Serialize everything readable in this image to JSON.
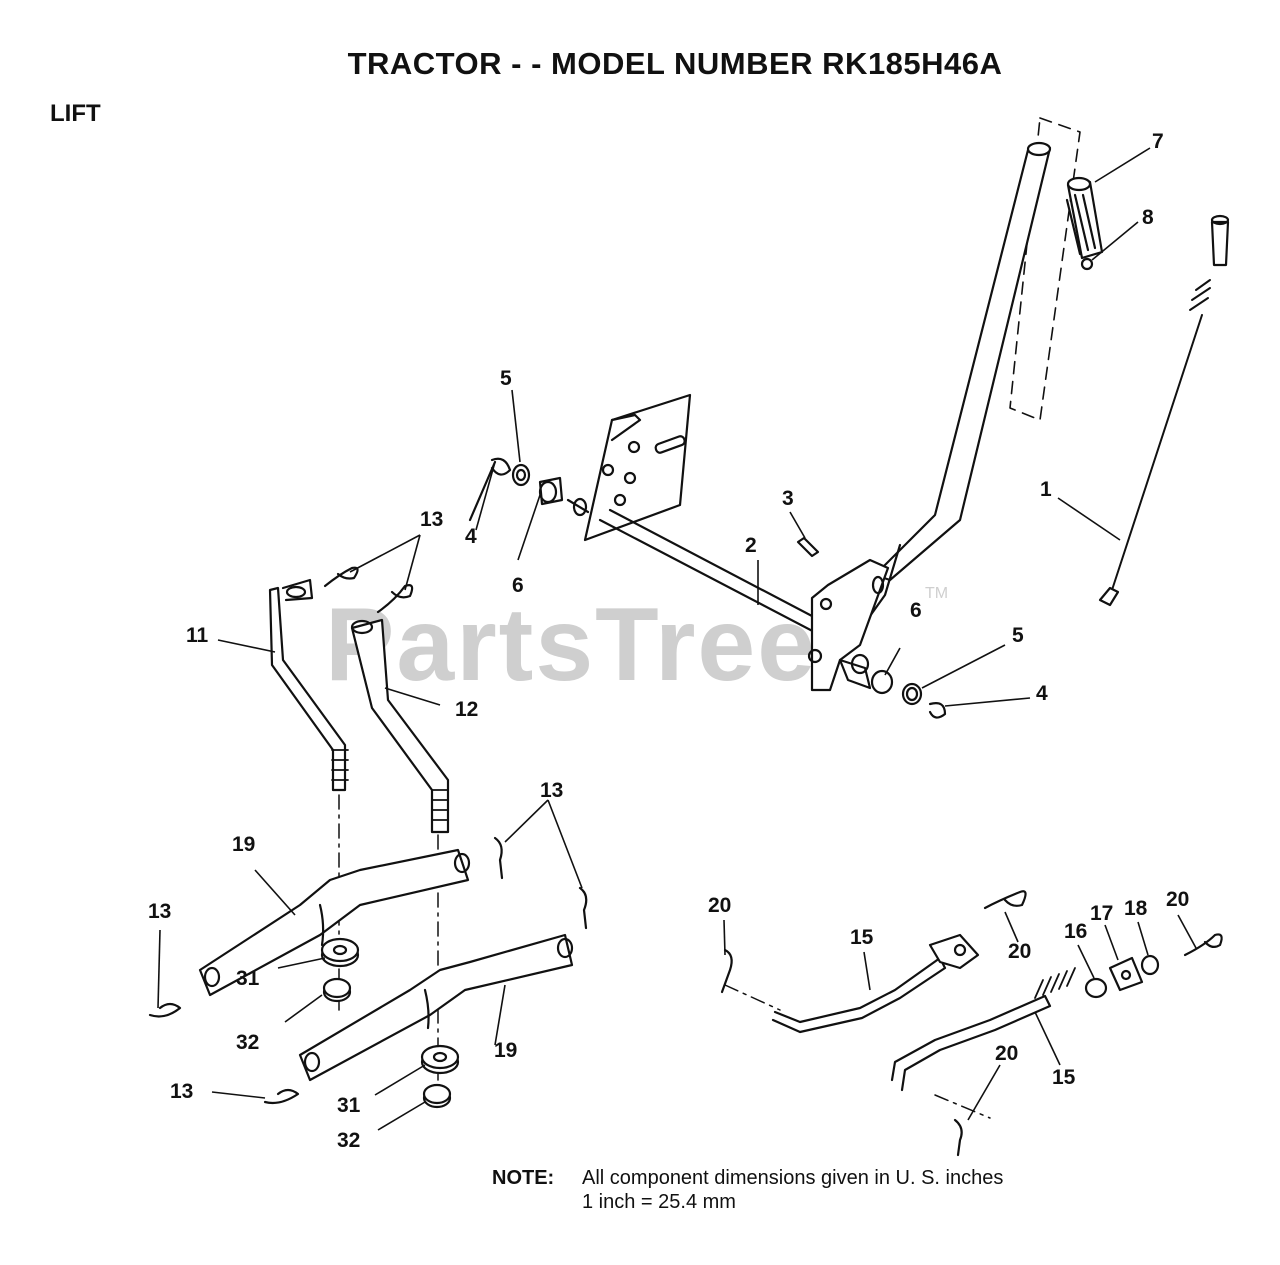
{
  "title": "TRACTOR - - MODEL NUMBER RK185H46A",
  "section": "LIFT",
  "watermark": "PartsTree",
  "watermark_tm": "TM",
  "callouts": [
    "7",
    "8",
    "1",
    "5",
    "3",
    "2",
    "4",
    "6",
    "13",
    "11",
    "12",
    "6",
    "5",
    "4",
    "13",
    "19",
    "13",
    "31",
    "32",
    "13",
    "31",
    "32",
    "19",
    "20",
    "15",
    "20",
    "16",
    "17",
    "18",
    "20",
    "20",
    "15"
  ],
  "note": {
    "label": "NOTE:",
    "line1": "All component dimensions given in U. S. inches",
    "line2": "1 inch = 25.4 mm"
  }
}
